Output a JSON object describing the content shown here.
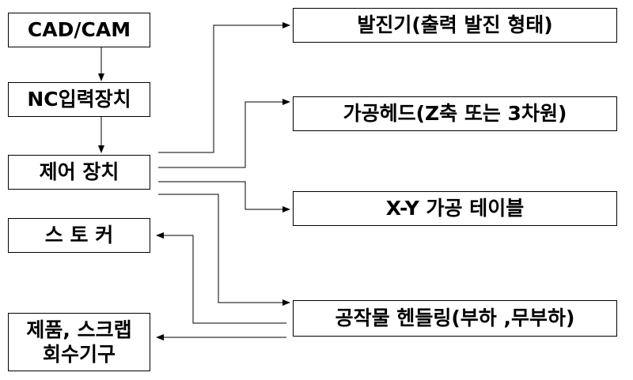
{
  "boxes": {
    "cad_cam": "CAD/CAM",
    "nc_input": "NC입력장치",
    "control": "제어 장치",
    "stacker": "스 토 커",
    "product_scrap": "제품, 스크랩\n회수기구",
    "oscillator": "발진기(출력 발진 형태)",
    "process_head": "가공헤드(Z축 또는 3차원)",
    "xy_table": "X-Y 가공 테이블",
    "work_handling": "공작물 헨들링(부하 ,무부하)"
  },
  "colors": {
    "line": "#000000",
    "text": "#000000",
    "background": "#ffffff"
  }
}
